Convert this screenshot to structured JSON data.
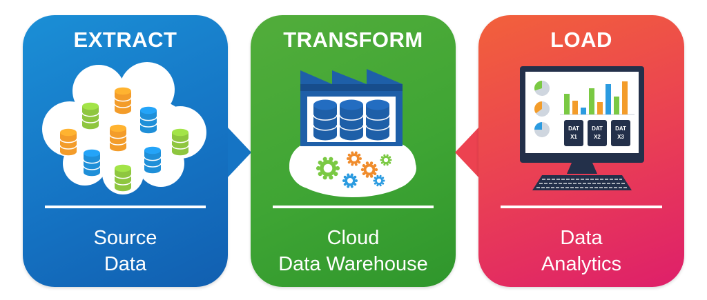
{
  "stages": [
    {
      "title": "EXTRACT",
      "subtitle_lines": [
        "Source",
        "Data"
      ]
    },
    {
      "title": "TRANSFORM",
      "subtitle_lines": [
        "Cloud",
        "Data Warehouse"
      ]
    },
    {
      "title": "LOAD",
      "subtitle_lines": [
        "Data",
        "Analytics"
      ]
    }
  ],
  "dashboard_labels": [
    "DAT X1",
    "DAT X2",
    "DAT X3"
  ],
  "dashboard_label_lines": [
    [
      "DAT",
      "X1"
    ],
    [
      "DAT",
      "X2"
    ],
    [
      "DAT",
      "X3"
    ]
  ],
  "colors": {
    "extract": "#1574c4",
    "transform": "#3fa534",
    "load": "#ea4153",
    "db_orange": "#f39c2a",
    "db_green": "#8ec63f",
    "db_blue": "#1f8fd8",
    "db_navy": "#1e5fa8",
    "gear_green": "#7ac943",
    "gear_orange": "#f08c2c",
    "gear_blue": "#2b9be0"
  },
  "icons": [
    "database-icon",
    "factory-icon",
    "gear-icon",
    "monitor-icon",
    "keyboard-icon",
    "pie-chart-icon",
    "bar-chart-icon"
  ]
}
